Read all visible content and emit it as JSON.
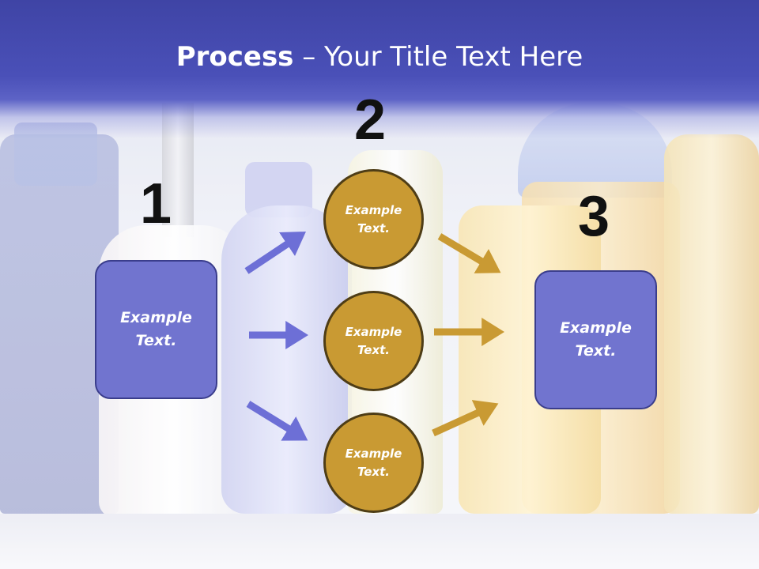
{
  "slide": {
    "title_bold": "Process",
    "title_rest": " – Your Title Text Here"
  },
  "steps": {
    "step1": "1",
    "step2": "2",
    "step3": "3"
  },
  "boxes": {
    "left_text": "Example\nText.",
    "right_text": "Example\nText."
  },
  "circles": [
    {
      "text": "Example\nText."
    },
    {
      "text": "Example\nText."
    },
    {
      "text": "Example\nText."
    }
  ],
  "colors": {
    "title_band": "#4a50b8",
    "box_fill": "#7174cf",
    "circle_fill": "#c99a33",
    "arrow_blue": "#6d6fd6",
    "arrow_gold": "#c99a33"
  }
}
